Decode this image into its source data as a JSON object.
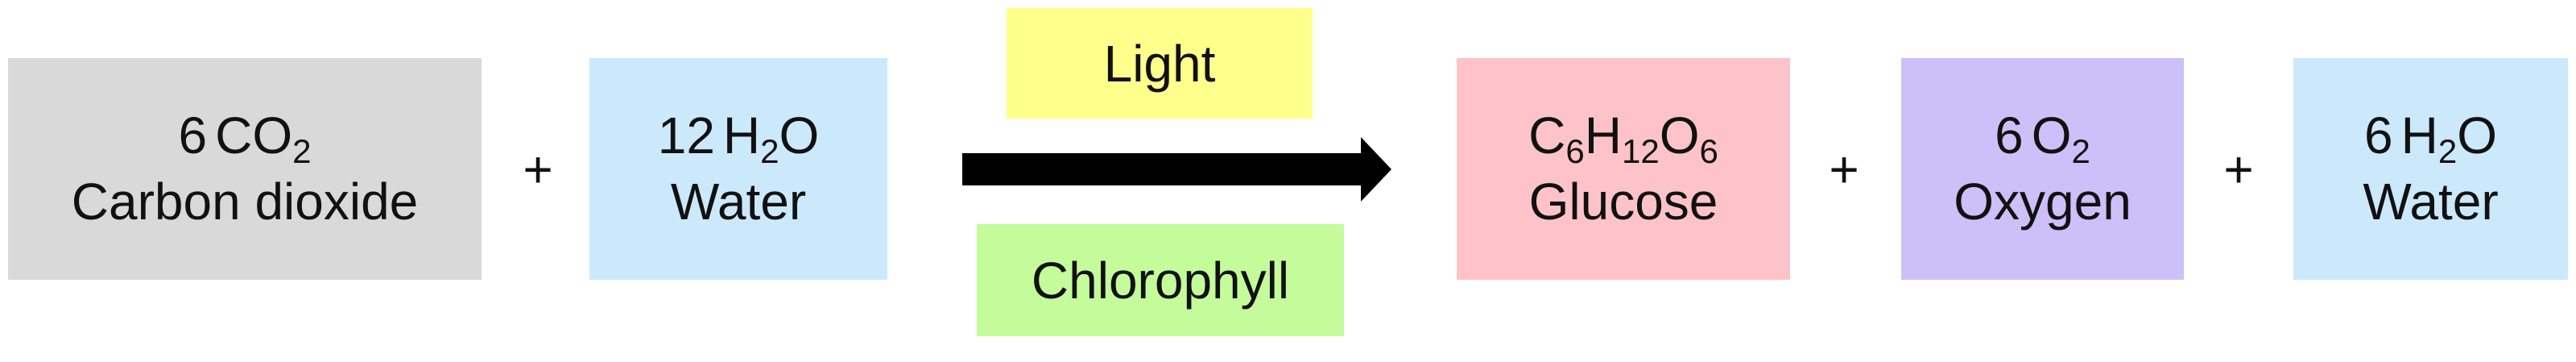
{
  "reactants": [
    {
      "coefficient": "6",
      "formula": [
        {
          "t": "CO"
        },
        {
          "t": "2",
          "sub": true
        }
      ],
      "name": "Carbon dioxide",
      "color": "#d9d9d9"
    },
    {
      "coefficient": "12",
      "formula": [
        {
          "t": "H"
        },
        {
          "t": "2",
          "sub": true
        },
        {
          "t": "O"
        }
      ],
      "name": "Water",
      "color": "#cce9fb"
    }
  ],
  "conditions": {
    "light": {
      "label": "Light",
      "color": "#ffff8c"
    },
    "catalyst": {
      "label": "Chlorophyll",
      "color": "#c4fc9c"
    }
  },
  "products": [
    {
      "coefficient": "",
      "formula": [
        {
          "t": "C"
        },
        {
          "t": "6",
          "sub": true
        },
        {
          "t": "H"
        },
        {
          "t": "12",
          "sub": true
        },
        {
          "t": "O"
        },
        {
          "t": "6",
          "sub": true
        }
      ],
      "name": "Glucose",
      "color": "#fdc3c8"
    },
    {
      "coefficient": "6",
      "formula": [
        {
          "t": "O"
        },
        {
          "t": "2",
          "sub": true
        }
      ],
      "name": "Oxygen",
      "color": "#cdc0f9"
    },
    {
      "coefficient": "6",
      "formula": [
        {
          "t": "H"
        },
        {
          "t": "2",
          "sub": true
        },
        {
          "t": "O"
        }
      ],
      "name": "Water",
      "color": "#cce9fb"
    }
  ],
  "operators": {
    "plus": "+"
  },
  "arrow_color": "#000000"
}
